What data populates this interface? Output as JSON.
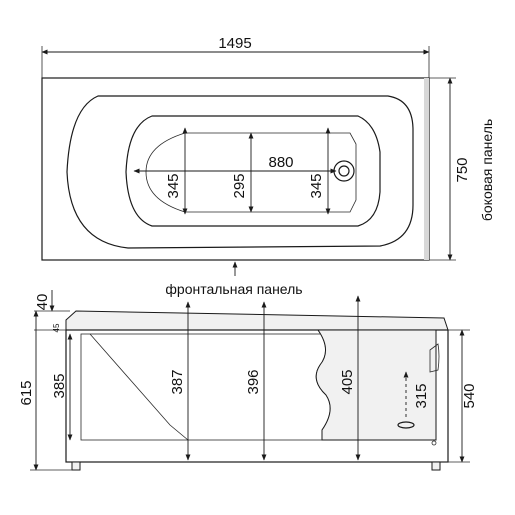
{
  "top_view": {
    "length": "1495",
    "width": "750",
    "inner_length": "880",
    "depth_head": "345",
    "depth_mid": "295",
    "depth_foot": "345",
    "side_panel_label": "боковая панель",
    "front_panel_label": "фронтальная панель"
  },
  "side_view": {
    "rim_top": "40",
    "rim_small": "45",
    "total_height": "615",
    "left_height": "385",
    "depth_1": "387",
    "depth_2": "396",
    "depth_3": "405",
    "drain_height": "315",
    "right_height": "540"
  }
}
